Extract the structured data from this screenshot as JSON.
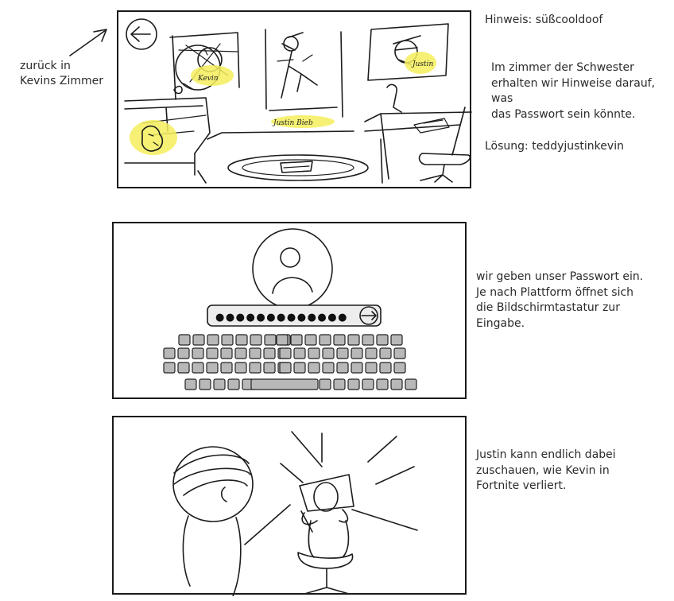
{
  "annotations": {
    "back_arrow_label": "zurück in\nKevins Zimmer"
  },
  "panel1": {
    "hint": "Hinweis: süßcooldoof",
    "description": "Im zimmer der Schwester\nerhalten wir Hinweise darauf, was\ndas Passwort sein könnte.",
    "solution": "Lösung: teddyjustinkevin",
    "poster_left_label": "Kevin",
    "poster_center_label": "Justin Bieb",
    "poster_right_label": "Justin"
  },
  "panel2": {
    "description": "wir geben unser Passwort ein.\nJe nach Plattform öffnet sich\ndie Bildschirmtastatur zur\nEingabe.",
    "password_mask": "●●●●●●●●●●●●●"
  },
  "panel3": {
    "description": "Justin kann endlich dabei\nzuschauen, wie Kevin in\nFortnite verliert."
  },
  "colors": {
    "highlight": "#f4ef5c",
    "key_fill": "#b8b8b8",
    "ink": "#1c1c1c"
  }
}
